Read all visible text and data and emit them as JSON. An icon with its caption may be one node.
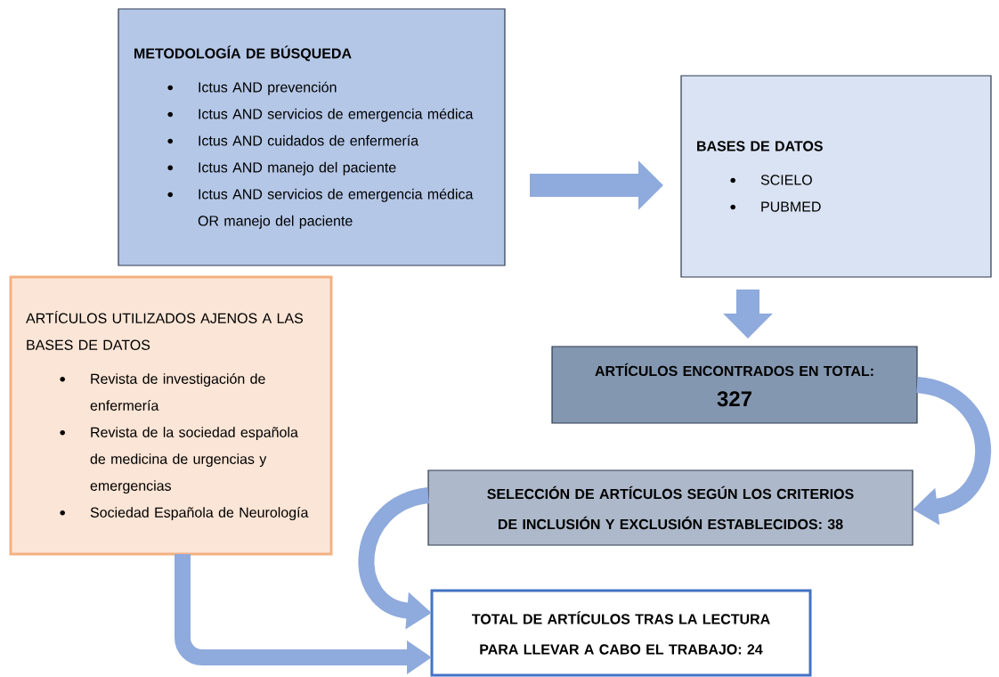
{
  "diagram": {
    "nodes": [
      {
        "text": [
          "METODOLOGÍA DE BÚSQUEDA",
          "Ictus AND prevención",
          "Ictus AND servicios de emergencia médica",
          "Ictus AND cuidados de enfermería",
          "Ictus AND manejo del paciente",
          "Ictus AND servicios de emergencia médica OR manejo del paciente"
        ]
      },
      {
        "text": [
          "BASES DE DATOS",
          "SCIELO",
          "PUBMED"
        ]
      },
      {
        "text": [
          "ARTÍCULOS UTILIZADOS AJENOS A LAS BASES DE DATOS",
          "Revista de investigación de enfermería",
          "Revista de la sociedad española de medicina de urgencias y emergencias",
          "Sociedad Española de Neurología"
        ]
      },
      {
        "text": [
          "ARTÍCULOS ENCONTRADOS EN TOTAL:",
          "327"
        ]
      },
      {
        "text": [
          "SELECCIÓN DE ARTÍCULOS SEGÚN LOS CRITERIOS DE INCLUSIÓN Y EXCLUSIÓN ESTABLECIDOS: 38"
        ]
      },
      {
        "text": [
          "TOTAL DE ARTÍCULOS TRAS LA LECTURA PARA LLEVAR A CABO EL TRABAJO: 24"
        ]
      }
    ],
    "edges": [
      {
        "from": 0,
        "to": 1,
        "arrow": "to"
      },
      {
        "from": 1,
        "to": 3,
        "arrow": "to"
      },
      {
        "from": 3,
        "to": 4,
        "arrow": "to"
      },
      {
        "from": 4,
        "to": 5,
        "arrow": "to"
      },
      {
        "from": 2,
        "to": 5,
        "arrow": "to"
      }
    ]
  }
}
